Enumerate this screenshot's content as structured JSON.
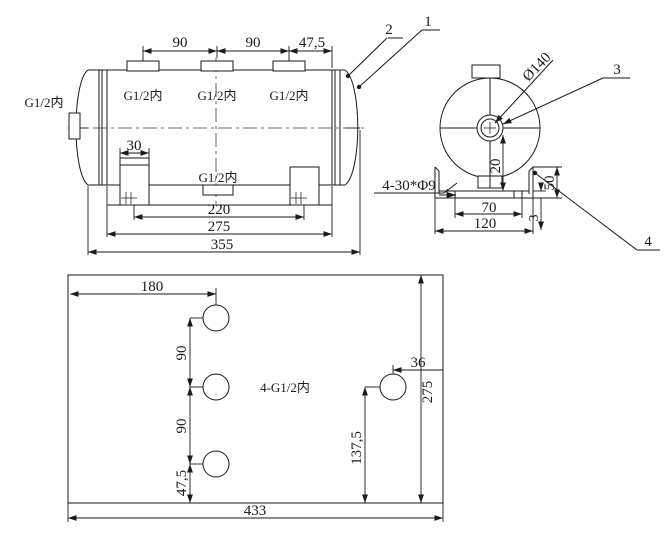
{
  "drawing": {
    "title": "air-tank-assembly-technical-drawing",
    "views": {
      "front": {
        "name": "front-elevation-view",
        "top_dims": [
          "90",
          "90",
          "47,5"
        ],
        "leg_dim": "30",
        "bottom_dims": [
          "220",
          "275",
          "355"
        ],
        "port_labels_top": [
          "G1/2内",
          "G1/2内",
          "G1/2内"
        ],
        "port_label_left": "G1/2内",
        "port_label_bottom": "G1/2内"
      },
      "side": {
        "name": "side-section-view",
        "diameter_label": "Ø140",
        "height_dim": "20",
        "foot_height_dim": "50",
        "plate_thickness_dim": "3",
        "inner_width_dim": "70",
        "outer_width_dim": "120",
        "hole_note": "4-30*Φ9"
      },
      "bottom": {
        "name": "bottom-plan-view",
        "offset_dim": "180",
        "pitch_dim_1": "90",
        "pitch_dim_2": "90",
        "edge_dim": "47,5",
        "right_offset_dim": "36",
        "right_vertical_dim": "137,5",
        "height_dim": "275",
        "width_dim": "433",
        "port_note": "4-G1/2内"
      }
    },
    "balloons": [
      {
        "id": "balloon-1",
        "label": "1"
      },
      {
        "id": "balloon-2",
        "label": "2"
      },
      {
        "id": "balloon-3",
        "label": "3"
      },
      {
        "id": "balloon-4",
        "label": "4"
      }
    ],
    "colors": {
      "line": "#1a1a1a",
      "background": "#ffffff"
    }
  }
}
